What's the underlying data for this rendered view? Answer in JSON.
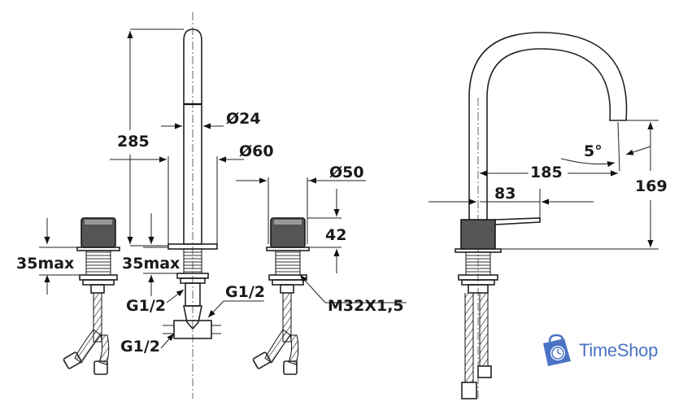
{
  "dimensions": {
    "height_total": "285",
    "diam_spout": "Ø24",
    "diam_base": "Ø60",
    "diam_handle": "Ø50",
    "handle_height": "42",
    "max_left": "35max",
    "max_center": "35max",
    "thread_left_upper": "G1/2",
    "thread_right": "G1/2",
    "thread_left_lower": "G1/2",
    "mount_thread": "M32X1,5",
    "angle": "5°",
    "reach": "185",
    "lever_length": "83",
    "outlet_height": "169"
  },
  "brand": {
    "name": "TimeShop",
    "icon": "shopping-bag-clock-icon",
    "color": "#4a73c4"
  }
}
